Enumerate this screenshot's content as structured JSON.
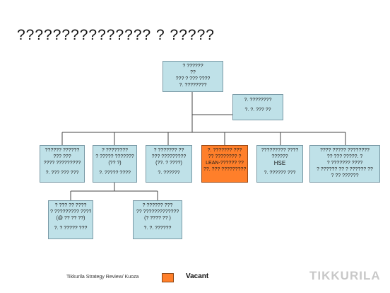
{
  "title": "??????????????? ? ?????",
  "top": {
    "lines": [
      "? ??????",
      "??",
      "??? ? ??? ????",
      "?. ????????"
    ]
  },
  "assistant": {
    "lines": [
      "?. ????????"
    ],
    "sub": "?. ?. ??? ??"
  },
  "level2": [
    {
      "lines": [
        "?????? ??????",
        "??? ???",
        "???? ?????????"
      ],
      "sub": "?. ??? ??? ???"
    },
    {
      "lines": [
        "? ????????",
        "? ????? ???????",
        "(?? ?)"
      ],
      "sub": "?. ????? ????"
    },
    {
      "lines": [
        "? ??????? ??",
        "??? ?????????",
        "(??. ? ????)"
      ],
      "sub": "?. ??????"
    },
    {
      "lines": [
        "?. ??????? ???",
        "?? ???????? ?",
        "LEAN-?????? ??",
        "??. ??? ??????????"
      ],
      "sub": ""
    },
    {
      "lines": [
        "????????? ????",
        "??????",
        "HSE"
      ],
      "sub": "?. ?????? ???"
    },
    {
      "lines": [
        "???? ????? ????????",
        "?? ??? ?????. ?",
        "? ??????? ????",
        "? ?????? ?? ? ?????? ??",
        "? ?? ??????"
      ],
      "sub": ""
    }
  ],
  "level3": [
    {
      "lines": [
        "? ??? ?? ????",
        "? ????????? ????",
        "(@ ?? ?? ??)"
      ],
      "sub": "?. ? ????? ???"
    },
    {
      "lines": [
        "? ?????? ???",
        "?? ?????????????",
        "(? ???? ?? )"
      ],
      "sub": "?. ?. ??????"
    }
  ],
  "footer": "Tikkurila Strategy Review/ Kuoza",
  "legend": {
    "label": "Vacant",
    "color": "#ff7f2a"
  },
  "logo": "TIKKURILA"
}
